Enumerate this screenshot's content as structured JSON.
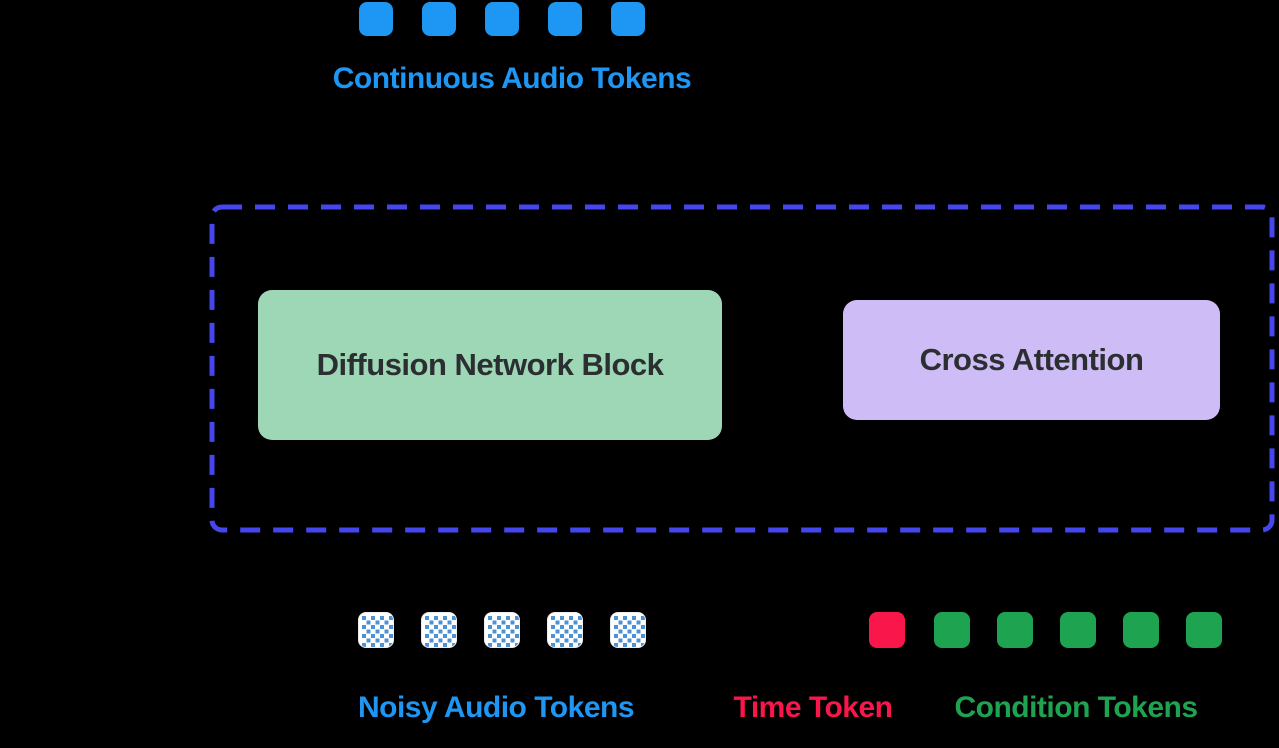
{
  "diagram": {
    "background_color": "#000000",
    "top": {
      "label": "Continuous Audio Tokens",
      "label_color": "#1E96F3",
      "token_count": 5,
      "token_color": "#1E96F3"
    },
    "network": {
      "border_color": "#4646EE",
      "border_style": "dashed",
      "blocks": [
        {
          "label": "Diffusion Network Block",
          "fill": "#9ED7B5",
          "text_color": "#2C2F31"
        },
        {
          "label": "Cross Attention",
          "fill": "#CEBCF7",
          "text_color": "#2C2F31"
        }
      ]
    },
    "bottom": {
      "noisy": {
        "label": "Noisy Audio Tokens",
        "label_color": "#1E96F3",
        "count": 5,
        "token_fill": "#FFFFFF",
        "dot_color": "#4E92D6"
      },
      "time": {
        "label": "Time Token",
        "label_color": "#F9164A",
        "count": 1,
        "token_color": "#F9164A"
      },
      "condition": {
        "label": "Condition Tokens",
        "label_color": "#1EA351",
        "count": 5,
        "token_color": "#1EA351"
      }
    }
  }
}
